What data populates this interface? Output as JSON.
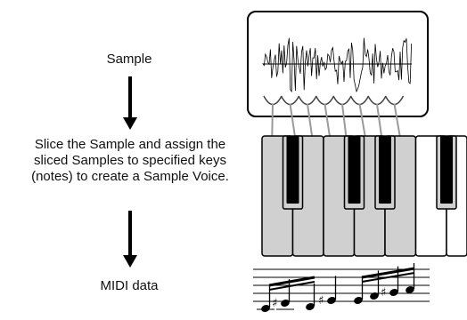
{
  "labels": {
    "sample": "Sample",
    "description_lines": [
      "Slice the Sample and assign the",
      "sliced Samples to specified keys",
      "(notes) to create a Sample Voice."
    ],
    "midi": "MIDI data"
  },
  "colors": {
    "ink": "#111111",
    "key_highlight": "#d0d0d0",
    "slice_line": "#9a9a9a"
  },
  "icons": [
    "down-arrow-icon",
    "waveform-icon",
    "piano-keyboard-icon",
    "music-staff-icon"
  ]
}
